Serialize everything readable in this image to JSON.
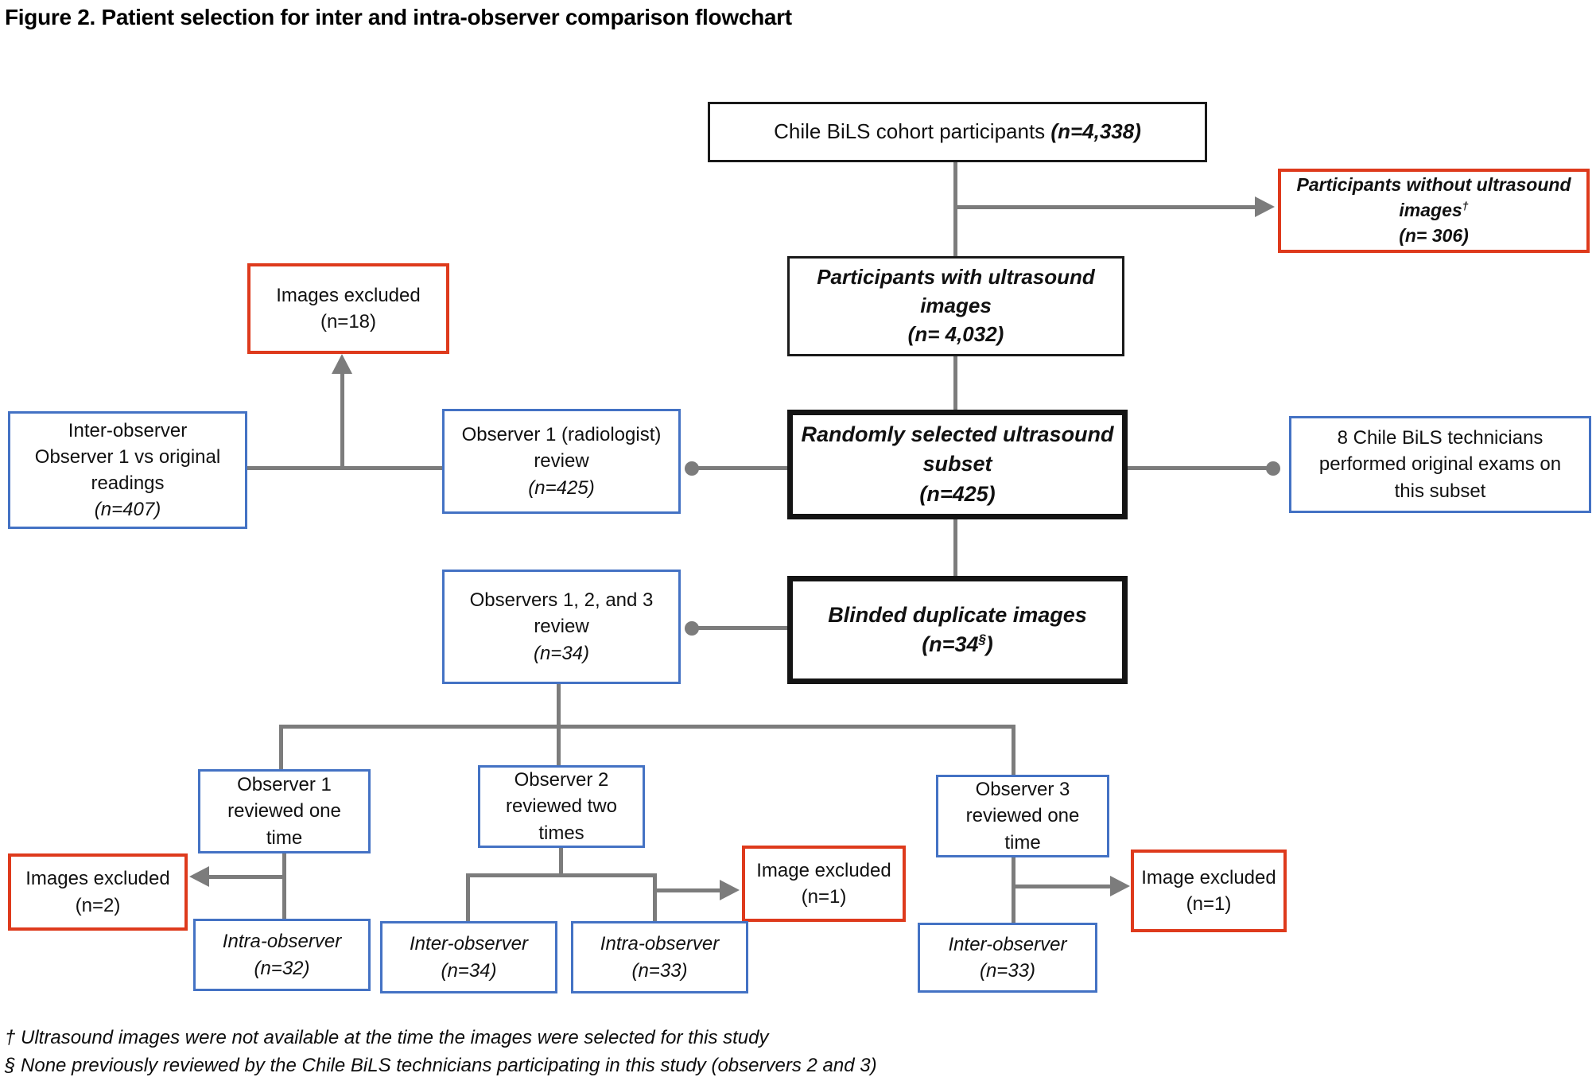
{
  "title": "Figure 2. Patient selection for inter and intra-observer comparison flowchart",
  "colors": {
    "blue": "#4472C4",
    "red": "#DE3A1C",
    "gray": "#7C7C7C"
  },
  "nodes": {
    "cohort": {
      "text": "Chile BiLS cohort participants",
      "n": "(n=4,338)"
    },
    "no_ultrasound": {
      "line1": "Participants without ultrasound",
      "line2_main": "images",
      "line2_sup": "†",
      "line3": "(n= 306)"
    },
    "with_ultrasound": {
      "line1": "Participants with ultrasound",
      "line2": "images",
      "line3": "(n= 4,032)"
    },
    "random_subset": {
      "line1": "Randomly selected ultrasound",
      "line2": "subset",
      "line3": "(n=425)"
    },
    "technicians": {
      "line1": "8 Chile BiLS technicians",
      "line2": "performed original exams on",
      "line3": "this subset"
    },
    "observer1_review": {
      "line1": "Observer 1 (radiologist)",
      "line2": "review",
      "n": "(n=425)"
    },
    "images_excluded_18": {
      "line1": "Images excluded",
      "line2": "(n=18)"
    },
    "inter_observer_407": {
      "line1": "Inter-observer",
      "line2": "Observer 1 vs original",
      "line3": "readings",
      "n": "(n=407)"
    },
    "blinded_duplicates": {
      "line1": "Blinded duplicate images",
      "n_prefix": "(n=34",
      "n_sup": "§",
      "n_suffix": ")"
    },
    "observers_123": {
      "line1": "Observers 1, 2, and 3",
      "line2": "review",
      "n": "(n=34)"
    },
    "observer1": {
      "line1": "Observer 1",
      "line2": "reviewed one",
      "line3": "time"
    },
    "observer2": {
      "line1": "Observer 2",
      "line2": "reviewed two",
      "line3": "times"
    },
    "observer3": {
      "line1": "Observer 3",
      "line2": "reviewed one",
      "line3": "time"
    },
    "images_excluded_2": {
      "line1": "Images excluded",
      "line2": "(n=2)"
    },
    "image_excluded_mid": {
      "line1": "Image excluded",
      "line2": "(n=1)"
    },
    "image_excluded_right": {
      "line1": "Image excluded",
      "line2": "(n=1)"
    },
    "intra_observer_32": {
      "line1": "Intra-observer",
      "line2": "(n=32)"
    },
    "inter_observer_34": {
      "line1": "Inter-observer",
      "line2": "(n=34)"
    },
    "intra_observer_33": {
      "line1": "Intra-observer",
      "line2": "(n=33)"
    },
    "inter_observer_33": {
      "line1": "Inter-observer",
      "line2": "(n=33)"
    }
  },
  "footnotes": {
    "dagger": "† Ultrasound images were not available at the time the images were selected for this study",
    "section": "§ None previously reviewed by the Chile BiLS technicians participating in this study (observers 2 and 3)"
  }
}
